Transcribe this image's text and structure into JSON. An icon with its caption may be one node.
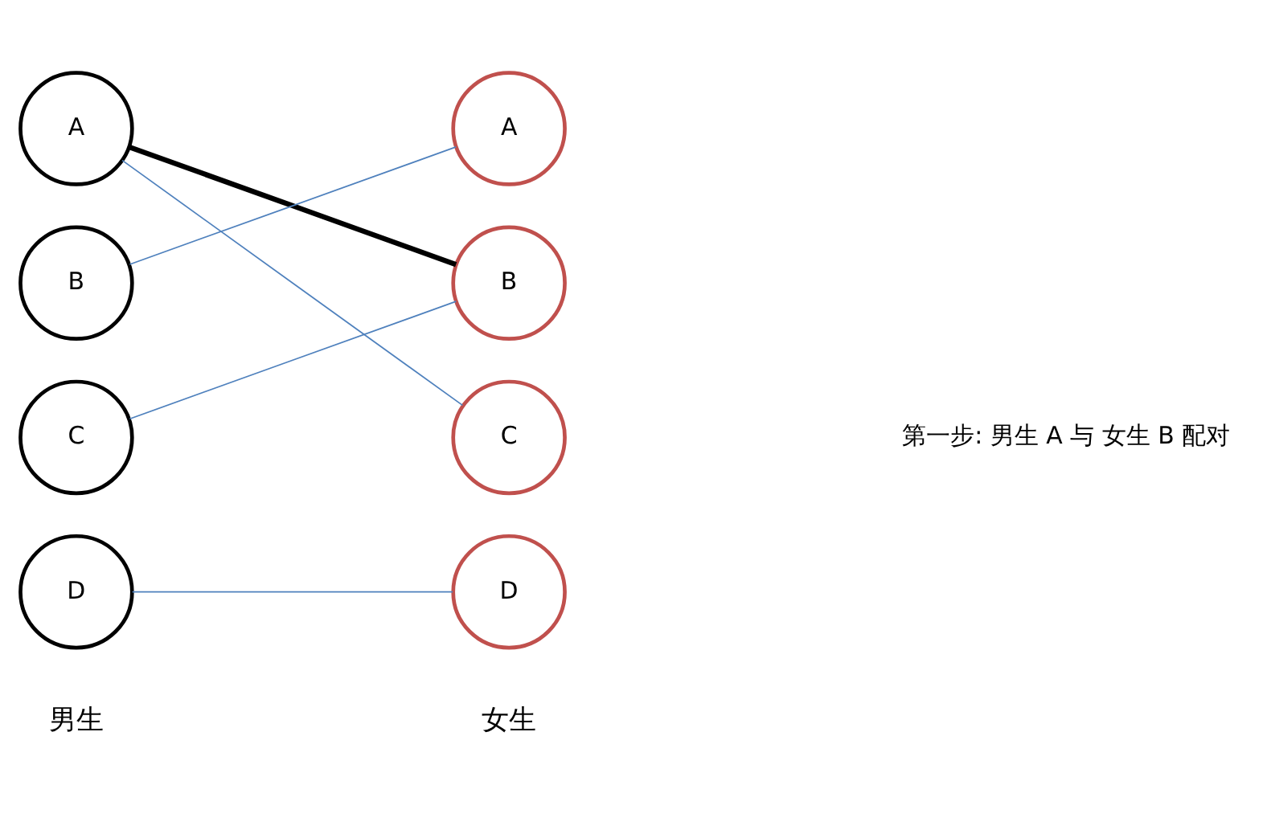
{
  "diagram": {
    "nodes": [
      {
        "text": [
          "A"
        ]
      },
      {
        "text": [
          "B"
        ]
      },
      {
        "text": [
          "C"
        ]
      },
      {
        "text": [
          "D"
        ]
      },
      {
        "text": [
          "A"
        ]
      },
      {
        "text": [
          "B"
        ]
      },
      {
        "text": [
          "C"
        ]
      },
      {
        "text": [
          "D"
        ]
      }
    ],
    "edges": [
      {
        "from": 0,
        "to": 5,
        "arrow": "none",
        "style": "thick",
        "color": "#000000"
      },
      {
        "from": 0,
        "to": 6,
        "arrow": "none"
      },
      {
        "from": 1,
        "to": 4,
        "arrow": "none"
      },
      {
        "from": 2,
        "to": 5,
        "arrow": "none"
      },
      {
        "from": 3,
        "to": 7,
        "arrow": "none"
      }
    ],
    "labels": [
      "第一步: 男生 A 与 女生 B 配对",
      "男生",
      "女生"
    ]
  }
}
